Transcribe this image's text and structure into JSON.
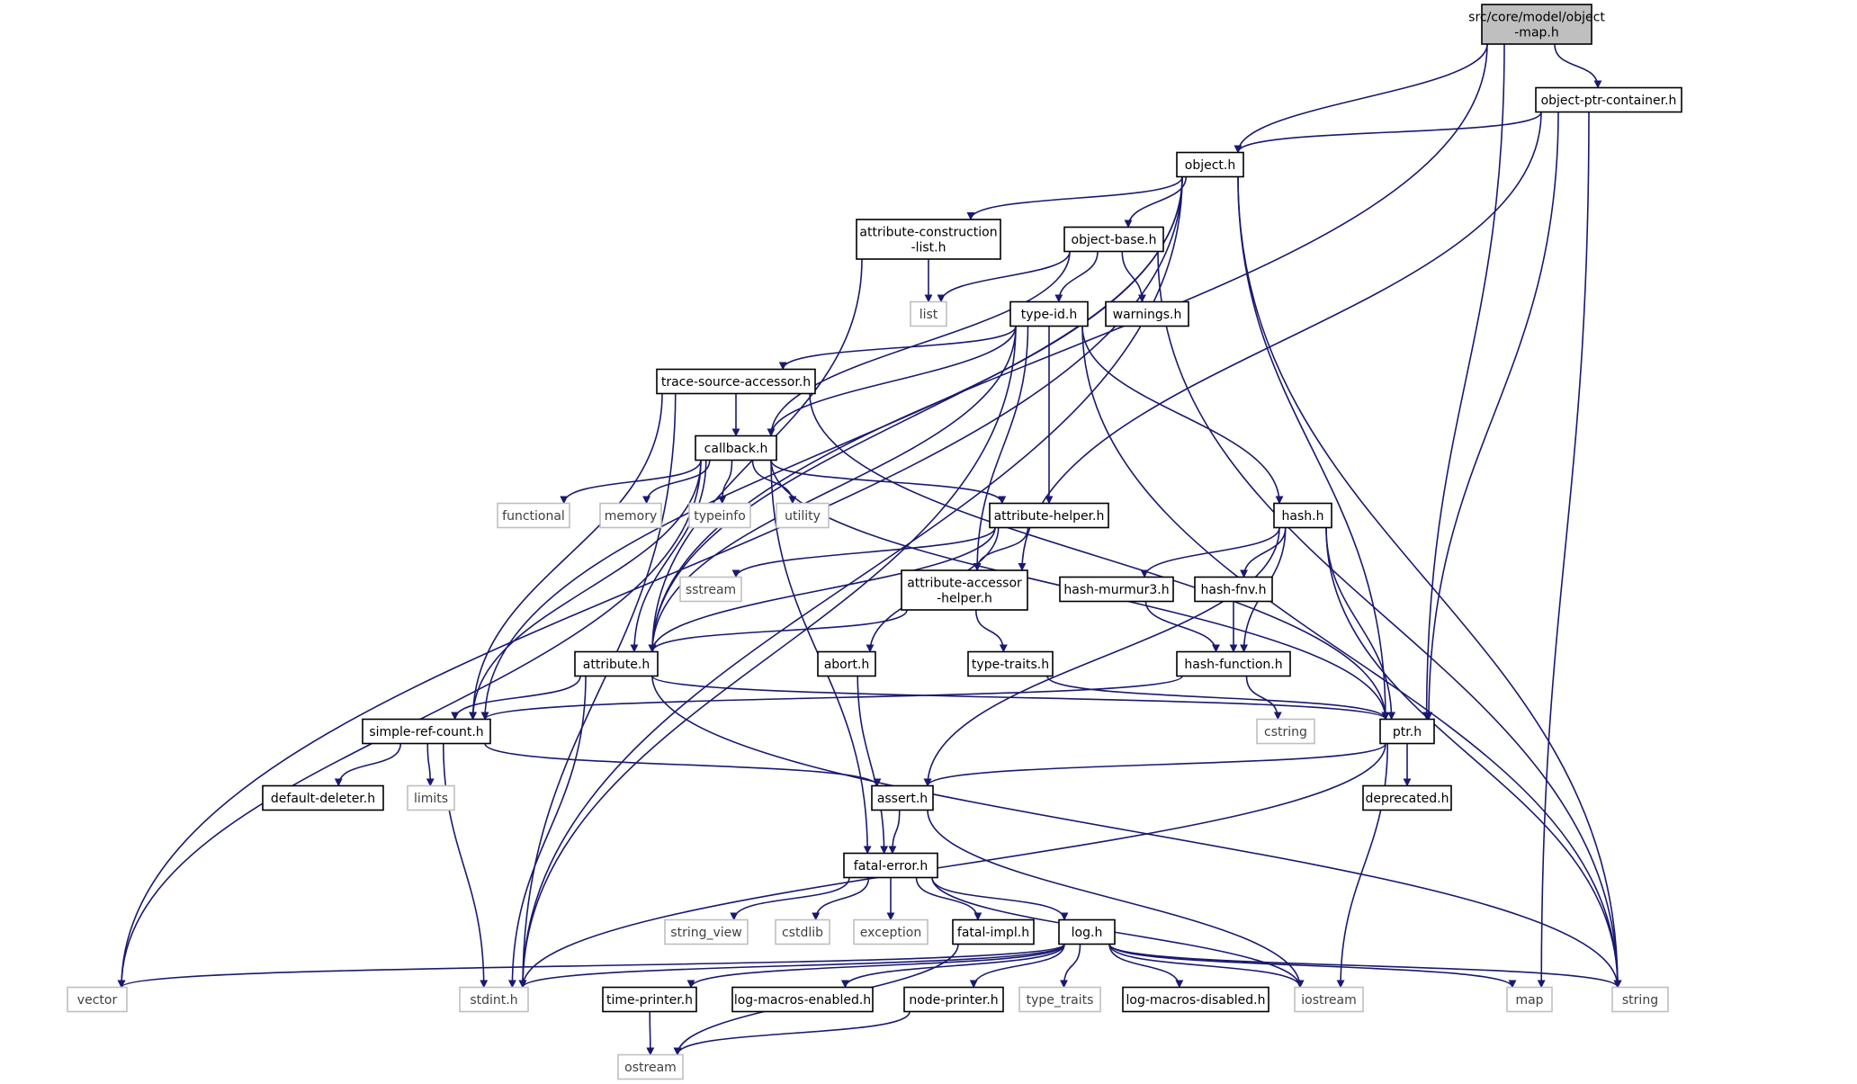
{
  "diagram": {
    "colors": {
      "edge": "#191970",
      "root_fill": "#bfbfbf",
      "node_fill": "#ffffff",
      "node_border": "#000000",
      "external_border": "#bfbfbf",
      "external_text": "#404040"
    },
    "nodes": [
      {
        "id": "object-map",
        "lines": [
          "src/core/model/object",
          "-map.h"
        ],
        "kind": "root"
      },
      {
        "id": "object-ptr-container",
        "lines": [
          "object-ptr-container.h"
        ],
        "kind": "internal"
      },
      {
        "id": "object",
        "lines": [
          "object.h"
        ],
        "kind": "internal"
      },
      {
        "id": "attribute-construction-list",
        "lines": [
          "attribute-construction",
          "-list.h"
        ],
        "kind": "internal"
      },
      {
        "id": "object-base",
        "lines": [
          "object-base.h"
        ],
        "kind": "internal"
      },
      {
        "id": "list",
        "lines": [
          "list"
        ],
        "kind": "external"
      },
      {
        "id": "type-id",
        "lines": [
          "type-id.h"
        ],
        "kind": "internal"
      },
      {
        "id": "warnings",
        "lines": [
          "warnings.h"
        ],
        "kind": "internal"
      },
      {
        "id": "trace-source-accessor",
        "lines": [
          "trace-source-accessor.h"
        ],
        "kind": "internal"
      },
      {
        "id": "callback",
        "lines": [
          "callback.h"
        ],
        "kind": "internal"
      },
      {
        "id": "functional",
        "lines": [
          "functional"
        ],
        "kind": "external"
      },
      {
        "id": "memory",
        "lines": [
          "memory"
        ],
        "kind": "external"
      },
      {
        "id": "typeinfo",
        "lines": [
          "typeinfo"
        ],
        "kind": "external"
      },
      {
        "id": "utility",
        "lines": [
          "utility"
        ],
        "kind": "external"
      },
      {
        "id": "attribute-helper",
        "lines": [
          "attribute-helper.h"
        ],
        "kind": "internal"
      },
      {
        "id": "hash",
        "lines": [
          "hash.h"
        ],
        "kind": "internal"
      },
      {
        "id": "sstream",
        "lines": [
          "sstream"
        ],
        "kind": "external"
      },
      {
        "id": "attribute-accessor-helper",
        "lines": [
          "attribute-accessor",
          "-helper.h"
        ],
        "kind": "internal"
      },
      {
        "id": "hash-murmur3",
        "lines": [
          "hash-murmur3.h"
        ],
        "kind": "internal"
      },
      {
        "id": "hash-fnv",
        "lines": [
          "hash-fnv.h"
        ],
        "kind": "internal"
      },
      {
        "id": "attribute",
        "lines": [
          "attribute.h"
        ],
        "kind": "internal"
      },
      {
        "id": "abort",
        "lines": [
          "abort.h"
        ],
        "kind": "internal"
      },
      {
        "id": "type-traits-h",
        "lines": [
          "type-traits.h"
        ],
        "kind": "internal"
      },
      {
        "id": "hash-function",
        "lines": [
          "hash-function.h"
        ],
        "kind": "internal"
      },
      {
        "id": "simple-ref-count",
        "lines": [
          "simple-ref-count.h"
        ],
        "kind": "internal"
      },
      {
        "id": "ptr",
        "lines": [
          "ptr.h"
        ],
        "kind": "internal"
      },
      {
        "id": "cstring",
        "lines": [
          "cstring"
        ],
        "kind": "external"
      },
      {
        "id": "default-deleter",
        "lines": [
          "default-deleter.h"
        ],
        "kind": "internal"
      },
      {
        "id": "limits",
        "lines": [
          "limits"
        ],
        "kind": "external"
      },
      {
        "id": "assert",
        "lines": [
          "assert.h"
        ],
        "kind": "internal"
      },
      {
        "id": "deprecated",
        "lines": [
          "deprecated.h"
        ],
        "kind": "internal"
      },
      {
        "id": "fatal-error",
        "lines": [
          "fatal-error.h"
        ],
        "kind": "internal"
      },
      {
        "id": "string_view",
        "lines": [
          "string_view"
        ],
        "kind": "external"
      },
      {
        "id": "cstdlib",
        "lines": [
          "cstdlib"
        ],
        "kind": "external"
      },
      {
        "id": "exception",
        "lines": [
          "exception"
        ],
        "kind": "external"
      },
      {
        "id": "fatal-impl",
        "lines": [
          "fatal-impl.h"
        ],
        "kind": "internal"
      },
      {
        "id": "log",
        "lines": [
          "log.h"
        ],
        "kind": "internal"
      },
      {
        "id": "vector",
        "lines": [
          "vector"
        ],
        "kind": "external"
      },
      {
        "id": "stdint",
        "lines": [
          "stdint.h"
        ],
        "kind": "external"
      },
      {
        "id": "time-printer",
        "lines": [
          "time-printer.h"
        ],
        "kind": "internal"
      },
      {
        "id": "log-macros-enabled",
        "lines": [
          "log-macros-enabled.h"
        ],
        "kind": "internal"
      },
      {
        "id": "node-printer",
        "lines": [
          "node-printer.h"
        ],
        "kind": "internal"
      },
      {
        "id": "type_traits",
        "lines": [
          "type_traits"
        ],
        "kind": "external"
      },
      {
        "id": "log-macros-disabled",
        "lines": [
          "log-macros-disabled.h"
        ],
        "kind": "internal"
      },
      {
        "id": "iostream",
        "lines": [
          "iostream"
        ],
        "kind": "external"
      },
      {
        "id": "map",
        "lines": [
          "map"
        ],
        "kind": "external"
      },
      {
        "id": "string",
        "lines": [
          "string"
        ],
        "kind": "external"
      },
      {
        "id": "ostream",
        "lines": [
          "ostream"
        ],
        "kind": "external"
      }
    ],
    "edges": [
      [
        "object-map",
        "object-ptr-container"
      ],
      [
        "object-map",
        "object"
      ],
      [
        "object-map",
        "attribute"
      ],
      [
        "object-map",
        "ptr"
      ],
      [
        "object-ptr-container",
        "object"
      ],
      [
        "object-ptr-container",
        "attribute-accessor-helper"
      ],
      [
        "object-ptr-container",
        "ptr"
      ],
      [
        "object-ptr-container",
        "map"
      ],
      [
        "object",
        "attribute-construction-list"
      ],
      [
        "object",
        "object-base"
      ],
      [
        "object",
        "simple-ref-count"
      ],
      [
        "object",
        "attribute"
      ],
      [
        "object",
        "ptr"
      ],
      [
        "object",
        "stdint"
      ],
      [
        "object",
        "vector"
      ],
      [
        "object",
        "string"
      ],
      [
        "attribute-construction-list",
        "list"
      ],
      [
        "attribute-construction-list",
        "attribute"
      ],
      [
        "object-base",
        "list"
      ],
      [
        "object-base",
        "type-id"
      ],
      [
        "object-base",
        "warnings"
      ],
      [
        "object-base",
        "callback"
      ],
      [
        "object-base",
        "string"
      ],
      [
        "type-id",
        "trace-source-accessor"
      ],
      [
        "type-id",
        "callback"
      ],
      [
        "type-id",
        "attribute-helper"
      ],
      [
        "type-id",
        "hash"
      ],
      [
        "type-id",
        "attribute-accessor-helper"
      ],
      [
        "type-id",
        "attribute"
      ],
      [
        "type-id",
        "string"
      ],
      [
        "type-id",
        "stdint"
      ],
      [
        "trace-source-accessor",
        "callback"
      ],
      [
        "trace-source-accessor",
        "simple-ref-count"
      ],
      [
        "trace-source-accessor",
        "ptr"
      ],
      [
        "trace-source-accessor",
        "stdint"
      ],
      [
        "callback",
        "functional"
      ],
      [
        "callback",
        "memory"
      ],
      [
        "callback",
        "typeinfo"
      ],
      [
        "callback",
        "utility"
      ],
      [
        "callback",
        "attribute-helper"
      ],
      [
        "callback",
        "attribute"
      ],
      [
        "callback",
        "simple-ref-count"
      ],
      [
        "callback",
        "ptr"
      ],
      [
        "callback",
        "fatal-error"
      ],
      [
        "callback",
        "vector"
      ],
      [
        "attribute-helper",
        "attribute-accessor-helper"
      ],
      [
        "attribute-helper",
        "abort"
      ],
      [
        "attribute-helper",
        "sstream"
      ],
      [
        "attribute-helper",
        "attribute"
      ],
      [
        "hash",
        "hash-murmur3"
      ],
      [
        "hash",
        "hash-fnv"
      ],
      [
        "hash",
        "hash-function"
      ],
      [
        "hash",
        "ptr"
      ],
      [
        "hash",
        "assert"
      ],
      [
        "hash",
        "string"
      ],
      [
        "attribute-accessor-helper",
        "attribute"
      ],
      [
        "attribute-accessor-helper",
        "type-traits-h"
      ],
      [
        "hash-murmur3",
        "hash-function"
      ],
      [
        "hash-fnv",
        "hash-function"
      ],
      [
        "attribute",
        "simple-ref-count"
      ],
      [
        "attribute",
        "ptr"
      ],
      [
        "attribute",
        "stdint"
      ],
      [
        "attribute",
        "string"
      ],
      [
        "abort",
        "fatal-error"
      ],
      [
        "type-traits-h",
        "ptr"
      ],
      [
        "hash-function",
        "cstring"
      ],
      [
        "hash-function",
        "simple-ref-count"
      ],
      [
        "simple-ref-count",
        "default-deleter"
      ],
      [
        "simple-ref-count",
        "limits"
      ],
      [
        "simple-ref-count",
        "assert"
      ],
      [
        "simple-ref-count",
        "stdint"
      ],
      [
        "ptr",
        "assert"
      ],
      [
        "ptr",
        "deprecated"
      ],
      [
        "ptr",
        "iostream"
      ],
      [
        "ptr",
        "stdint"
      ],
      [
        "assert",
        "fatal-error"
      ],
      [
        "assert",
        "iostream"
      ],
      [
        "fatal-error",
        "string_view"
      ],
      [
        "fatal-error",
        "cstdlib"
      ],
      [
        "fatal-error",
        "exception"
      ],
      [
        "fatal-error",
        "fatal-impl"
      ],
      [
        "fatal-error",
        "log"
      ],
      [
        "fatal-error",
        "iostream"
      ],
      [
        "fatal-impl",
        "ostream"
      ],
      [
        "log",
        "time-printer"
      ],
      [
        "log",
        "log-macros-enabled"
      ],
      [
        "log",
        "node-printer"
      ],
      [
        "log",
        "type_traits"
      ],
      [
        "log",
        "log-macros-disabled"
      ],
      [
        "log",
        "iostream"
      ],
      [
        "log",
        "map"
      ],
      [
        "log",
        "string"
      ],
      [
        "log",
        "stdint"
      ],
      [
        "log",
        "vector"
      ],
      [
        "time-printer",
        "ostream"
      ],
      [
        "node-printer",
        "ostream"
      ]
    ]
  }
}
